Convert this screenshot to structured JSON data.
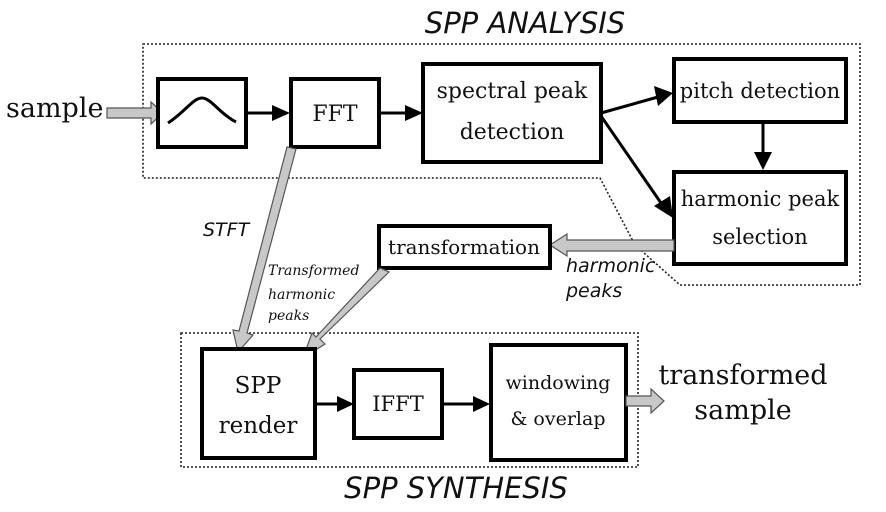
{
  "title": "SPP processing block diagram",
  "regions": {
    "analysis": "SPP ANALYSIS",
    "synthesis": "SPP SYNTHESIS"
  },
  "blocks": {
    "window": {
      "icon": "bell-curve-window"
    },
    "fft": "FFT",
    "spectral_peak": [
      "spectral peak",
      "detection"
    ],
    "pitch": "pitch detection",
    "harmonic": [
      "harmonic peak",
      "selection"
    ],
    "transformation": "transformation",
    "spp_render": [
      "SPP",
      "render"
    ],
    "ifft": "IFFT",
    "windowing": [
      "windowing",
      "& overlap"
    ]
  },
  "io": {
    "input": "sample",
    "output": [
      "transformed",
      "sample"
    ]
  },
  "edge_labels": {
    "stft": "STFT",
    "harmonic_peaks": [
      "harmonic",
      "peaks"
    ],
    "transformed_peaks": [
      "Transformed",
      "harmonic",
      "peaks"
    ]
  },
  "colors": {
    "stroke": "#000000",
    "fat_arrow_fill": "#c8c8c8"
  }
}
